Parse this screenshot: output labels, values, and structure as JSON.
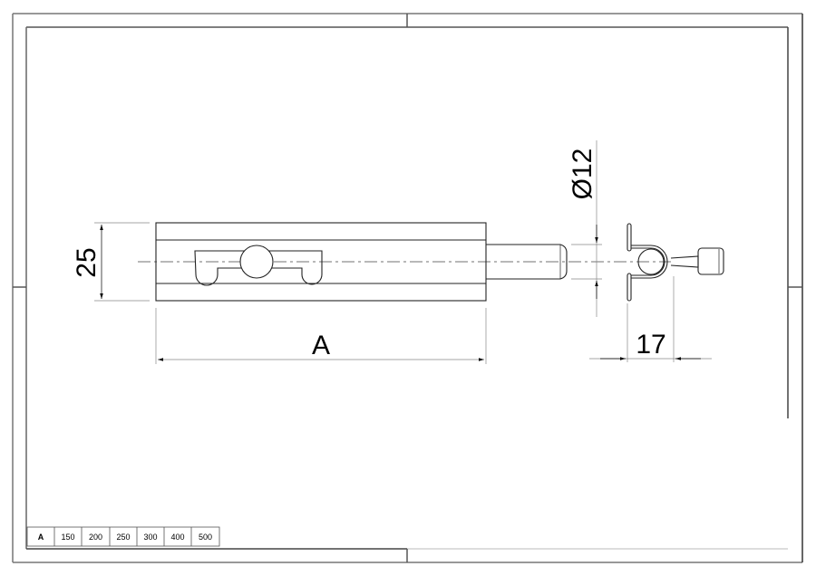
{
  "drawing": {
    "dimensions": {
      "height_label": "25",
      "length_label": "A",
      "diameter_label": "Ø12",
      "offset_label": "17"
    },
    "size_table": {
      "header": "A",
      "values": [
        "150",
        "200",
        "250",
        "300",
        "400",
        "500"
      ]
    }
  }
}
